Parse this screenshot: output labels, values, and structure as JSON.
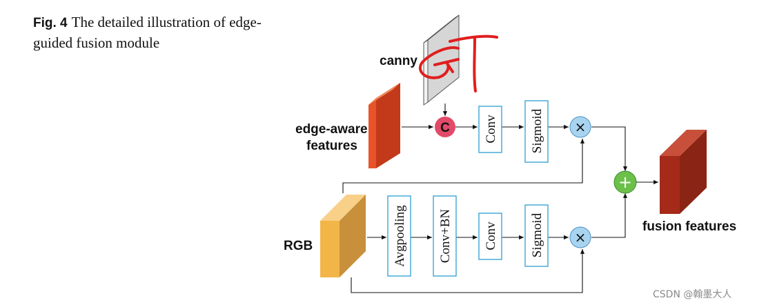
{
  "caption": {
    "fig_label": "Fig. 4",
    "text": "The detailed illustration of edge-guided fusion module"
  },
  "diagram": {
    "inputs": {
      "canny": "canny",
      "edge_aware_line1": "edge-aware",
      "edge_aware_line2": "features",
      "rgb": "RGB"
    },
    "concat_symbol": "C",
    "top_branch": [
      "Conv",
      "Sigmoid"
    ],
    "bottom_branch": [
      "Avgpooling",
      "Conv+BN",
      "Conv",
      "Sigmoid"
    ],
    "multiply_symbol": "×",
    "add_symbol": "+",
    "output": "fusion features",
    "handwritten_annotation": "GT",
    "colors": {
      "edge_feature": "#e8532a",
      "rgb_feature": "#f2b548",
      "fusion_feature": "#a52a1a",
      "box_border": "#3aa6d6",
      "concat_node": "#e24a6a",
      "multiply_node": "#a8d4f0",
      "add_node": "#6cc04a",
      "annotation_ink": "#e01e1e"
    }
  },
  "watermark": "CSDN @翰墨大人"
}
